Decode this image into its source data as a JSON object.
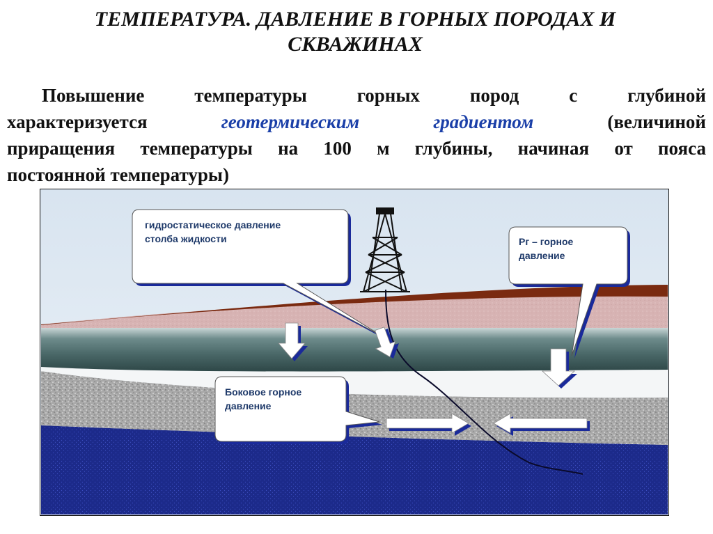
{
  "title": {
    "line1": "ТЕМПЕРАТУРА. ДАВЛЕНИЕ В ГОРНЫХ ПОРОДАХ И",
    "line2": "СКВАЖИНАХ"
  },
  "paragraph": {
    "line1": [
      "Повышение",
      "температуры",
      "горных",
      "пород",
      "с",
      "глубиной"
    ],
    "line2_start": "характеризуется",
    "line2_hl1": "геотермическим",
    "line2_hl2": "градиентом",
    "line2_end": "(величиной",
    "line3": [
      "приращения",
      "температуры",
      "на",
      "100",
      "м",
      "глубины,",
      "начиная",
      "от",
      "пояса"
    ],
    "line4": "постоянной температуры)"
  },
  "diagram": {
    "callouts": {
      "hydrostatic": [
        "гидростатическое давление",
        "столба жидкости"
      ],
      "rock_pressure": [
        "Рг – горное",
        "давление"
      ],
      "lateral": [
        "Боковое горное",
        "давление"
      ]
    },
    "colors": {
      "sky": "#dde8f3",
      "brown_layer": "#7a2a10",
      "pink_layer": "#d9b4b4",
      "teal_layer": "#4e6e6e",
      "gray_layer": "#a9a9a9",
      "water": "#1c2a8a",
      "arrow_fill": "#ffffff",
      "arrow_shadow": "#1a2a9a",
      "callout_text": "#1f3a6a"
    },
    "icons": [
      "drilling-rig-icon",
      "down-arrow-icon",
      "right-arrow-icon",
      "left-arrow-icon"
    ]
  }
}
